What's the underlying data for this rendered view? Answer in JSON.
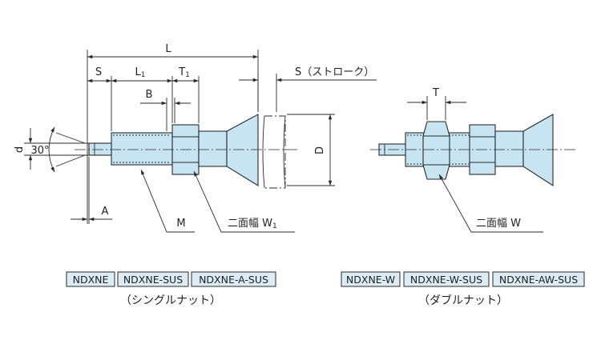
{
  "dimensions": {
    "L": "L",
    "S": "S",
    "L1": "L",
    "L1_sub": "1",
    "T1": "T",
    "T1_sub": "1",
    "B": "B",
    "S_stroke": "S（ストローク）",
    "D": "D",
    "d": "d",
    "angle": "30°",
    "A": "A",
    "M": "M",
    "across_flats_W1": "二面幅 W",
    "across_flats_W1_sub": "1",
    "T": "T",
    "across_flats_W": "二面幅 W"
  },
  "left_group": {
    "models": [
      "NDXNE",
      "NDXNE-SUS",
      "NDXNE-A-SUS"
    ],
    "caption": "（シングルナット）"
  },
  "right_group": {
    "models": [
      "NDXNE-W",
      "NDXNE-W-SUS",
      "NDXNE-AW-SUS"
    ],
    "caption": "（ダブルナット）"
  },
  "colors": {
    "part_fill": "#c7e4f2",
    "label_fill": "#dcecf6",
    "line": "#2a2a2a"
  }
}
